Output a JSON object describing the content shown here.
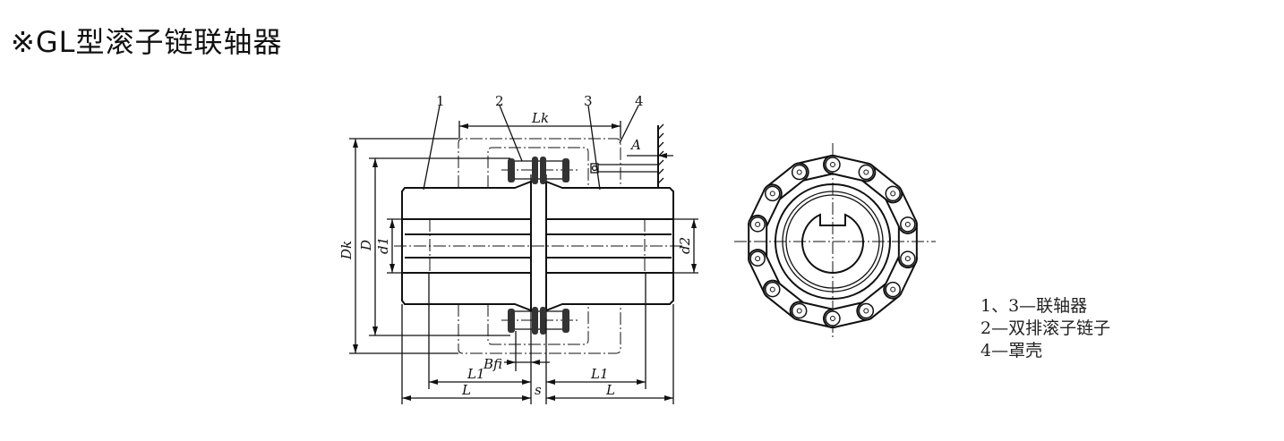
{
  "title": "※GL型滚子链联轴器",
  "part_numbers": [
    "1",
    "2",
    "3",
    "4"
  ],
  "dimension_labels": {
    "Lk": "Lk",
    "A": "A",
    "Dk": "Dk",
    "D": "D",
    "d1": "d1",
    "d2": "d2",
    "Bfi": "Bfi",
    "L1": "L1",
    "L": "L",
    "s": "s"
  },
  "legend": [
    "1、3—联轴器",
    "2—双排滚子链子",
    "4—罩壳"
  ]
}
